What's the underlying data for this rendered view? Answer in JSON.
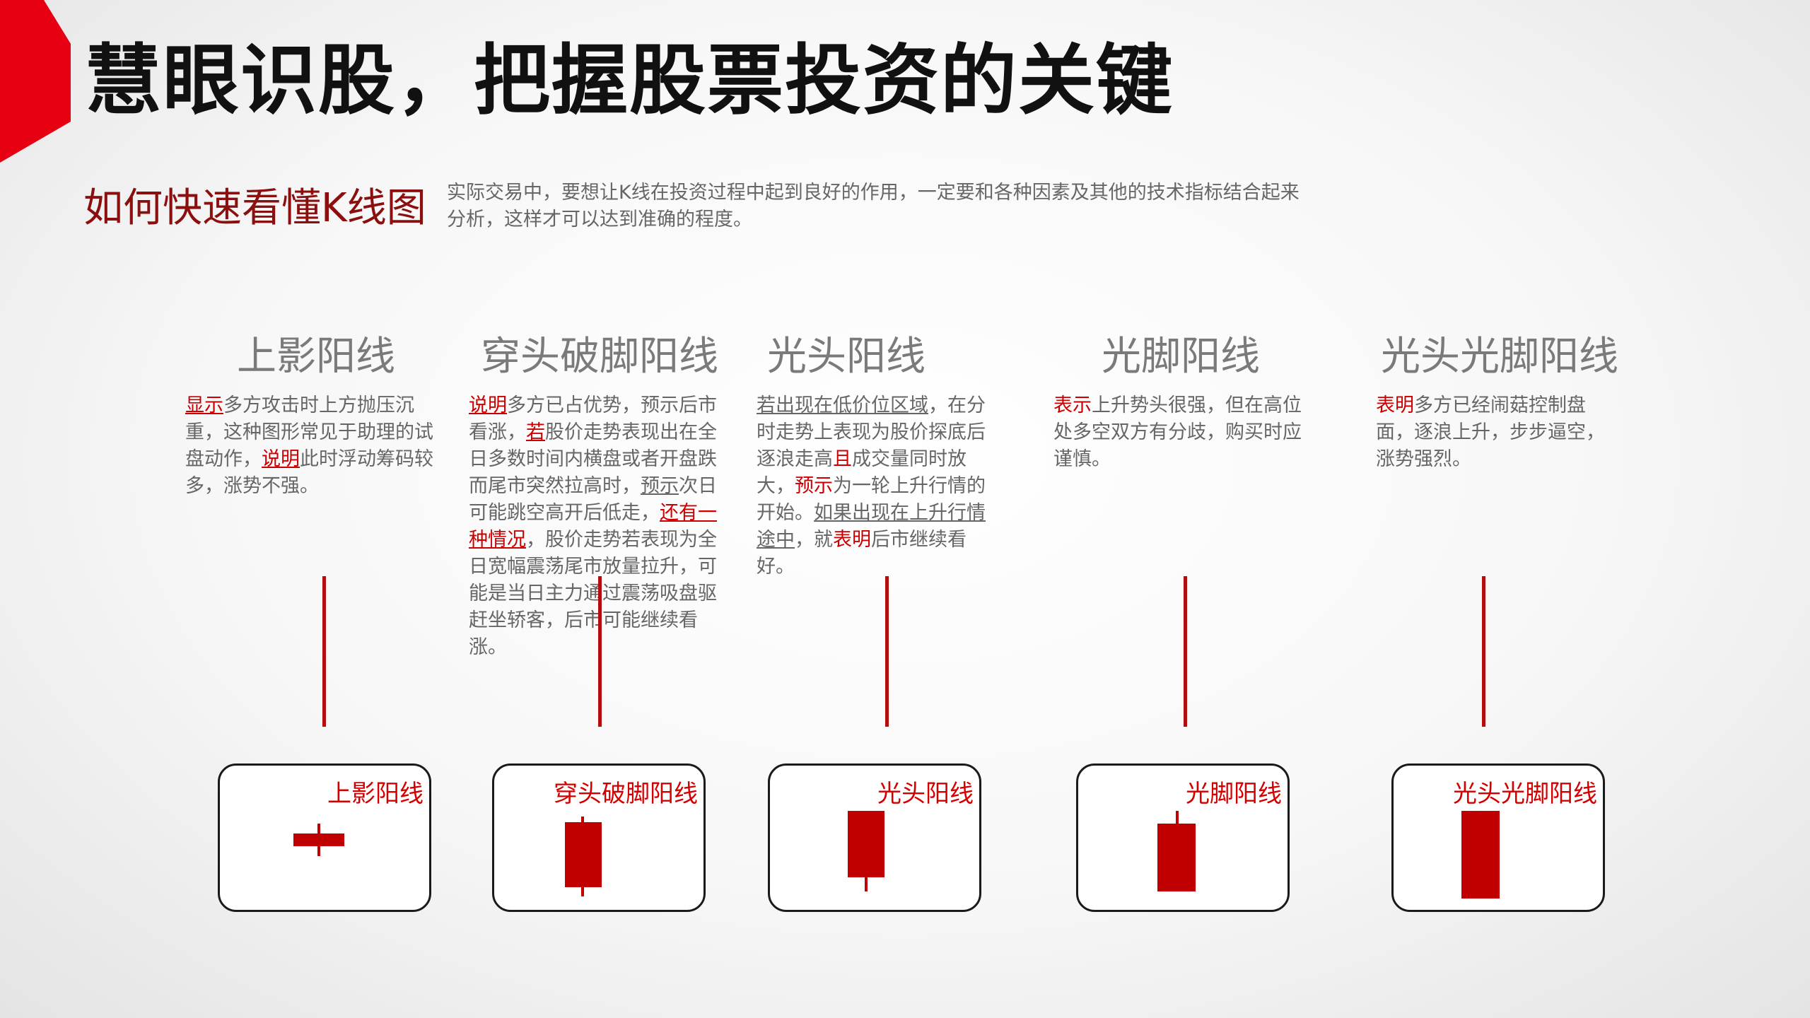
{
  "title": "慧眼识股，把握股票投资的关键",
  "subtitle": "如何快速看懂K线图",
  "intro": "实际交易中，要想让K线在投资过程中起到良好的作用，一定要和各种因素及其他的技术指标结合起来分析，这样才可以达到准确的程度。",
  "colors": {
    "accent": "#e60012",
    "candle": "#c00000",
    "highlight": "#cc0000"
  },
  "columns": [
    {
      "title": "上影阳线",
      "card_label": "上影阳线",
      "desc": [
        {
          "t": "显示",
          "hl": true,
          "u": true
        },
        {
          "t": "多方攻击时上方抛压沉重，这种图形常见于助理的试盘动作，"
        },
        {
          "t": "说明",
          "hl": true,
          "u": true
        },
        {
          "t": "此时浮动筹码较多，涨势不强。"
        }
      ]
    },
    {
      "title": "穿头破脚阳线",
      "card_label": "穿头破脚阳线",
      "desc": [
        {
          "t": "说明",
          "hl": true,
          "u": true
        },
        {
          "t": "多方已占优势，预示后市看涨，"
        },
        {
          "t": "若",
          "hl": true,
          "u": true
        },
        {
          "t": "股价走势表现出在全日多数时间内横盘或者开盘跌而尾市突然拉高时，"
        },
        {
          "t": "预示",
          "u": true
        },
        {
          "t": "次日可能跳空高开后低走，"
        },
        {
          "t": "还有一种情况",
          "hl": true,
          "u": true
        },
        {
          "t": "，股价走势若表现为全日宽幅震荡尾市放量拉升，可能是当日主力通过震荡吸盘驱赶坐轿客，后市可能继续看涨。"
        }
      ]
    },
    {
      "title": "光头阳线",
      "card_label": "光头阳线",
      "desc": [
        {
          "t": "若出现在低价位区域",
          "u": true
        },
        {
          "t": "，在分时走势上表现为股价探底后逐浪走高"
        },
        {
          "t": "且",
          "hl": true
        },
        {
          "t": "成交量同时放大，"
        },
        {
          "t": "预示",
          "hl": true
        },
        {
          "t": "为一轮上升行情的开始。"
        },
        {
          "t": "如果出现在上升行情途中",
          "u": true
        },
        {
          "t": "，就"
        },
        {
          "t": "表明",
          "hl": true
        },
        {
          "t": "后市继续看好。"
        }
      ]
    },
    {
      "title": "光脚阳线",
      "card_label": "光脚阳线",
      "desc": [
        {
          "t": "表示",
          "hl": true
        },
        {
          "t": "上升势头很强，但在高位处多空双方有分歧，购买时应谨慎。"
        }
      ]
    },
    {
      "title": "光头光脚阳线",
      "card_label": "光头光脚阳线",
      "desc": [
        {
          "t": "表明",
          "hl": true
        },
        {
          "t": "多方已经闹菇控制盘面，逐浪上升，步步逼空，涨势强烈。"
        }
      ]
    }
  ]
}
